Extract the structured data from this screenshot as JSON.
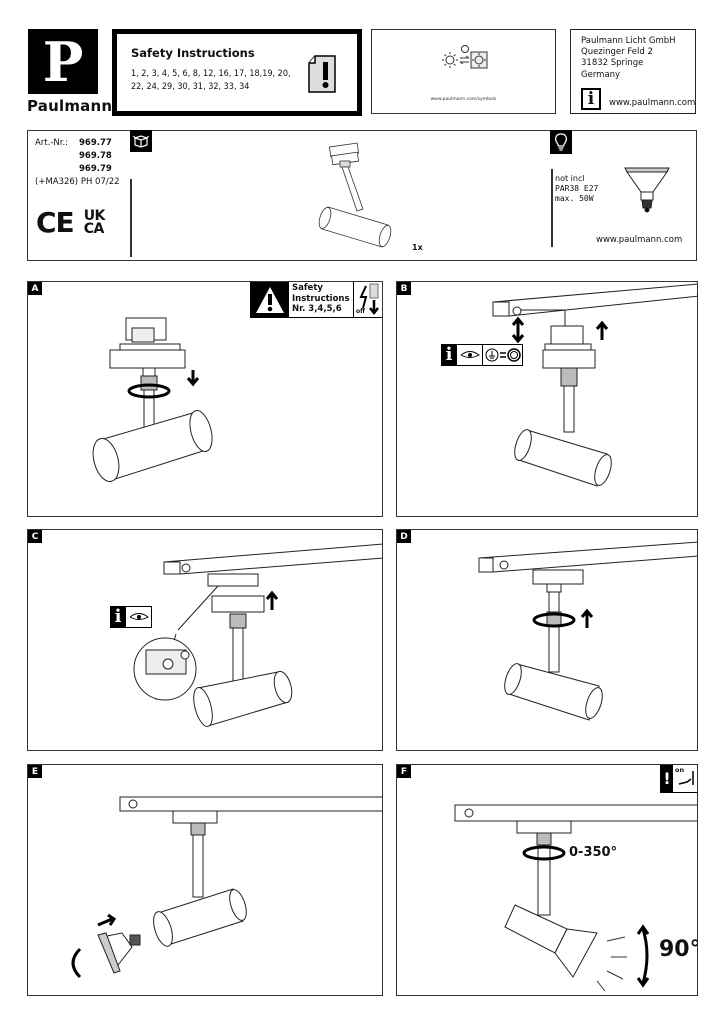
{
  "brand": {
    "logo_letter": "P",
    "name": "Paulmann"
  },
  "safety_header": {
    "title": "Safety Instructions",
    "numbers": "1, 2, 3, 4, 5, 6, 8, 12, 16, 17, 18,19, 20, 22, 24, 29, 30, 31, 32, 33, 34",
    "icon": "document-warning-icon"
  },
  "symbols": {
    "icon": "light-swap-icon",
    "url": "www.paulmann.com/symbols"
  },
  "address": {
    "lines": [
      "Paulmann Licht GmbH",
      "Quezinger Feld 2",
      "31832 Springe",
      "Germany"
    ],
    "icon": "info-icon",
    "website": "www.paulmann.com"
  },
  "product": {
    "art_label": "Art.-Nr.:",
    "art_numbers": [
      "969.77",
      "969.78",
      "969.79"
    ],
    "revision": "(+MA326) PH 07/22",
    "marks": {
      "ce": "CE",
      "ukca_top": "UK",
      "ukca_bottom": "CA"
    },
    "contents_icon": "box-icon",
    "quantity": "1x",
    "bulb_icon": "lightbulb-icon",
    "bulb_note": "not incl",
    "bulb_type": "PAR38 E27",
    "bulb_max": "max. 50W",
    "website": "www.paulmann.com"
  },
  "steps": [
    {
      "letter": "A",
      "safety": {
        "title_line1": "Safety",
        "title_line2": "Instructions",
        "ref": "Nr. 3,4,5,6",
        "power": "off"
      }
    },
    {
      "letter": "B"
    },
    {
      "letter": "C"
    },
    {
      "letter": "D"
    },
    {
      "letter": "E"
    },
    {
      "letter": "F",
      "power": "on",
      "rotation": "0-350°",
      "tilt": "90°"
    }
  ]
}
